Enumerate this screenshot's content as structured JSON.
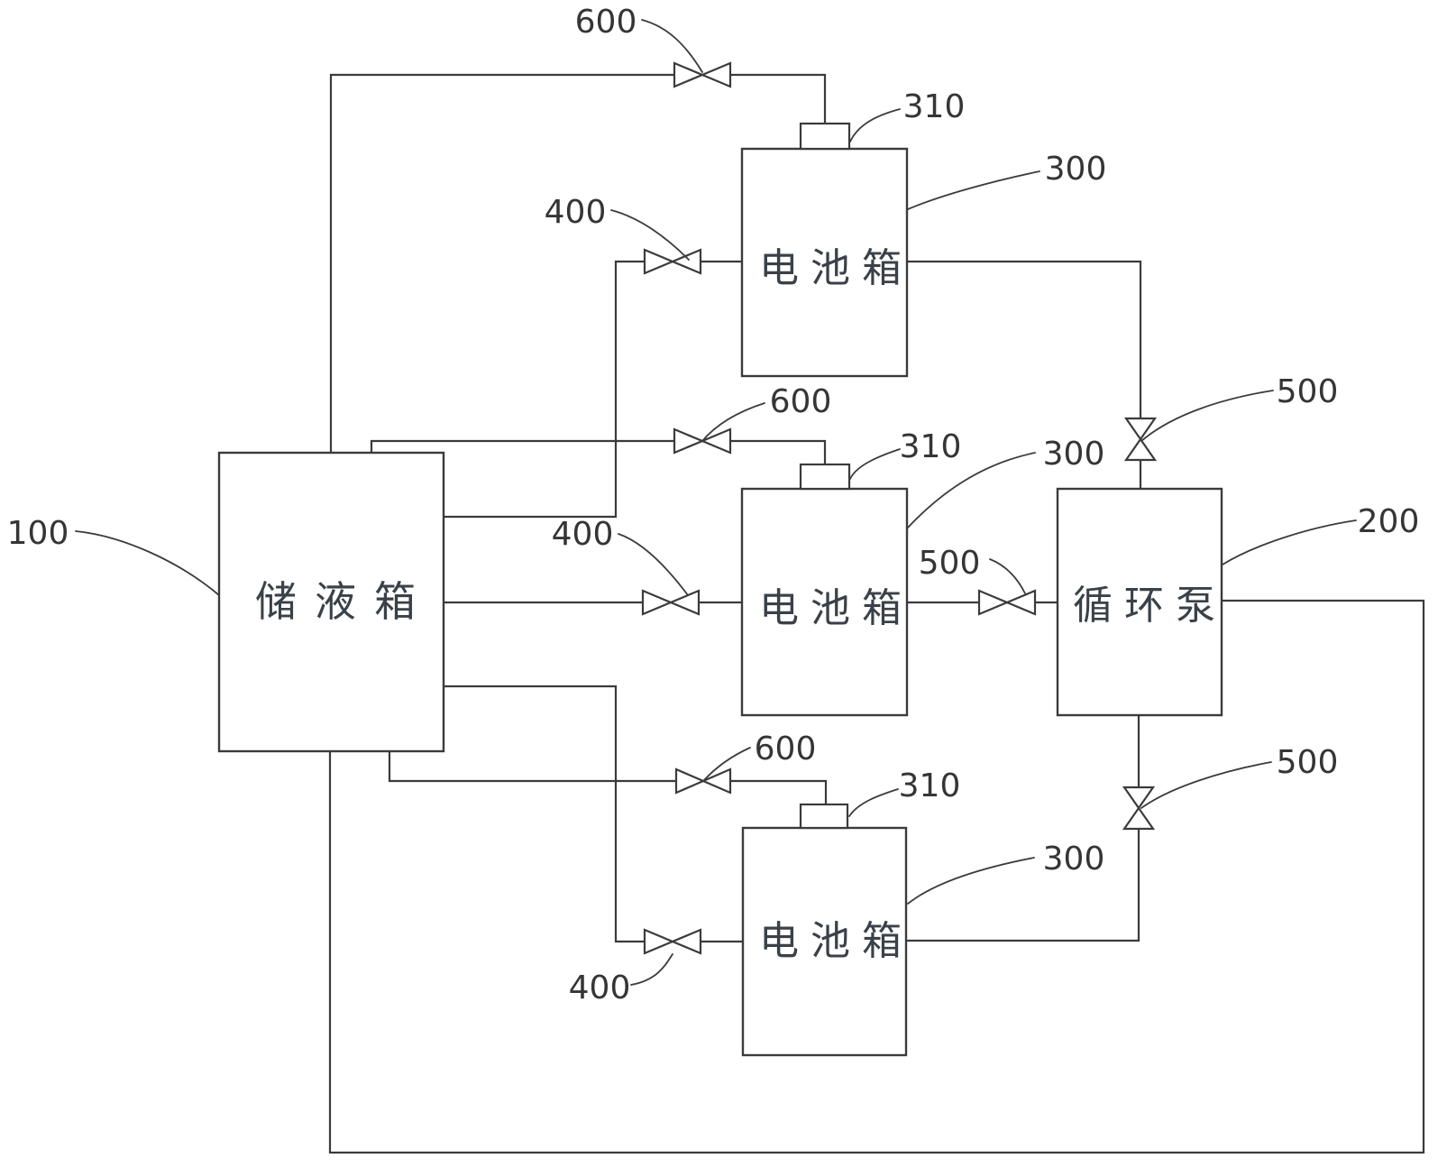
{
  "figure": {
    "background": "#ffffff",
    "line_color": "#3b3b3b",
    "text_color": "#3a4148",
    "type": "patent-piping-schematic"
  },
  "boxes": {
    "tank": "储液箱",
    "battery_top": "电池箱",
    "battery_mid": "电池箱",
    "battery_bot": "电池箱",
    "pump": "循环泵"
  },
  "labels": {
    "l100": "100",
    "l200": "200",
    "l300_top": "300",
    "l300_mid": "300",
    "l300_bot": "300",
    "l310_top": "310",
    "l310_mid": "310",
    "l310_bot": "310",
    "l400_top": "400",
    "l400_mid": "400",
    "l400_bot": "400",
    "l500_top": "500",
    "l500_mid": "500",
    "l500_bot": "500",
    "l600_top": "600",
    "l600_mid": "600",
    "l600_bot": "600"
  }
}
